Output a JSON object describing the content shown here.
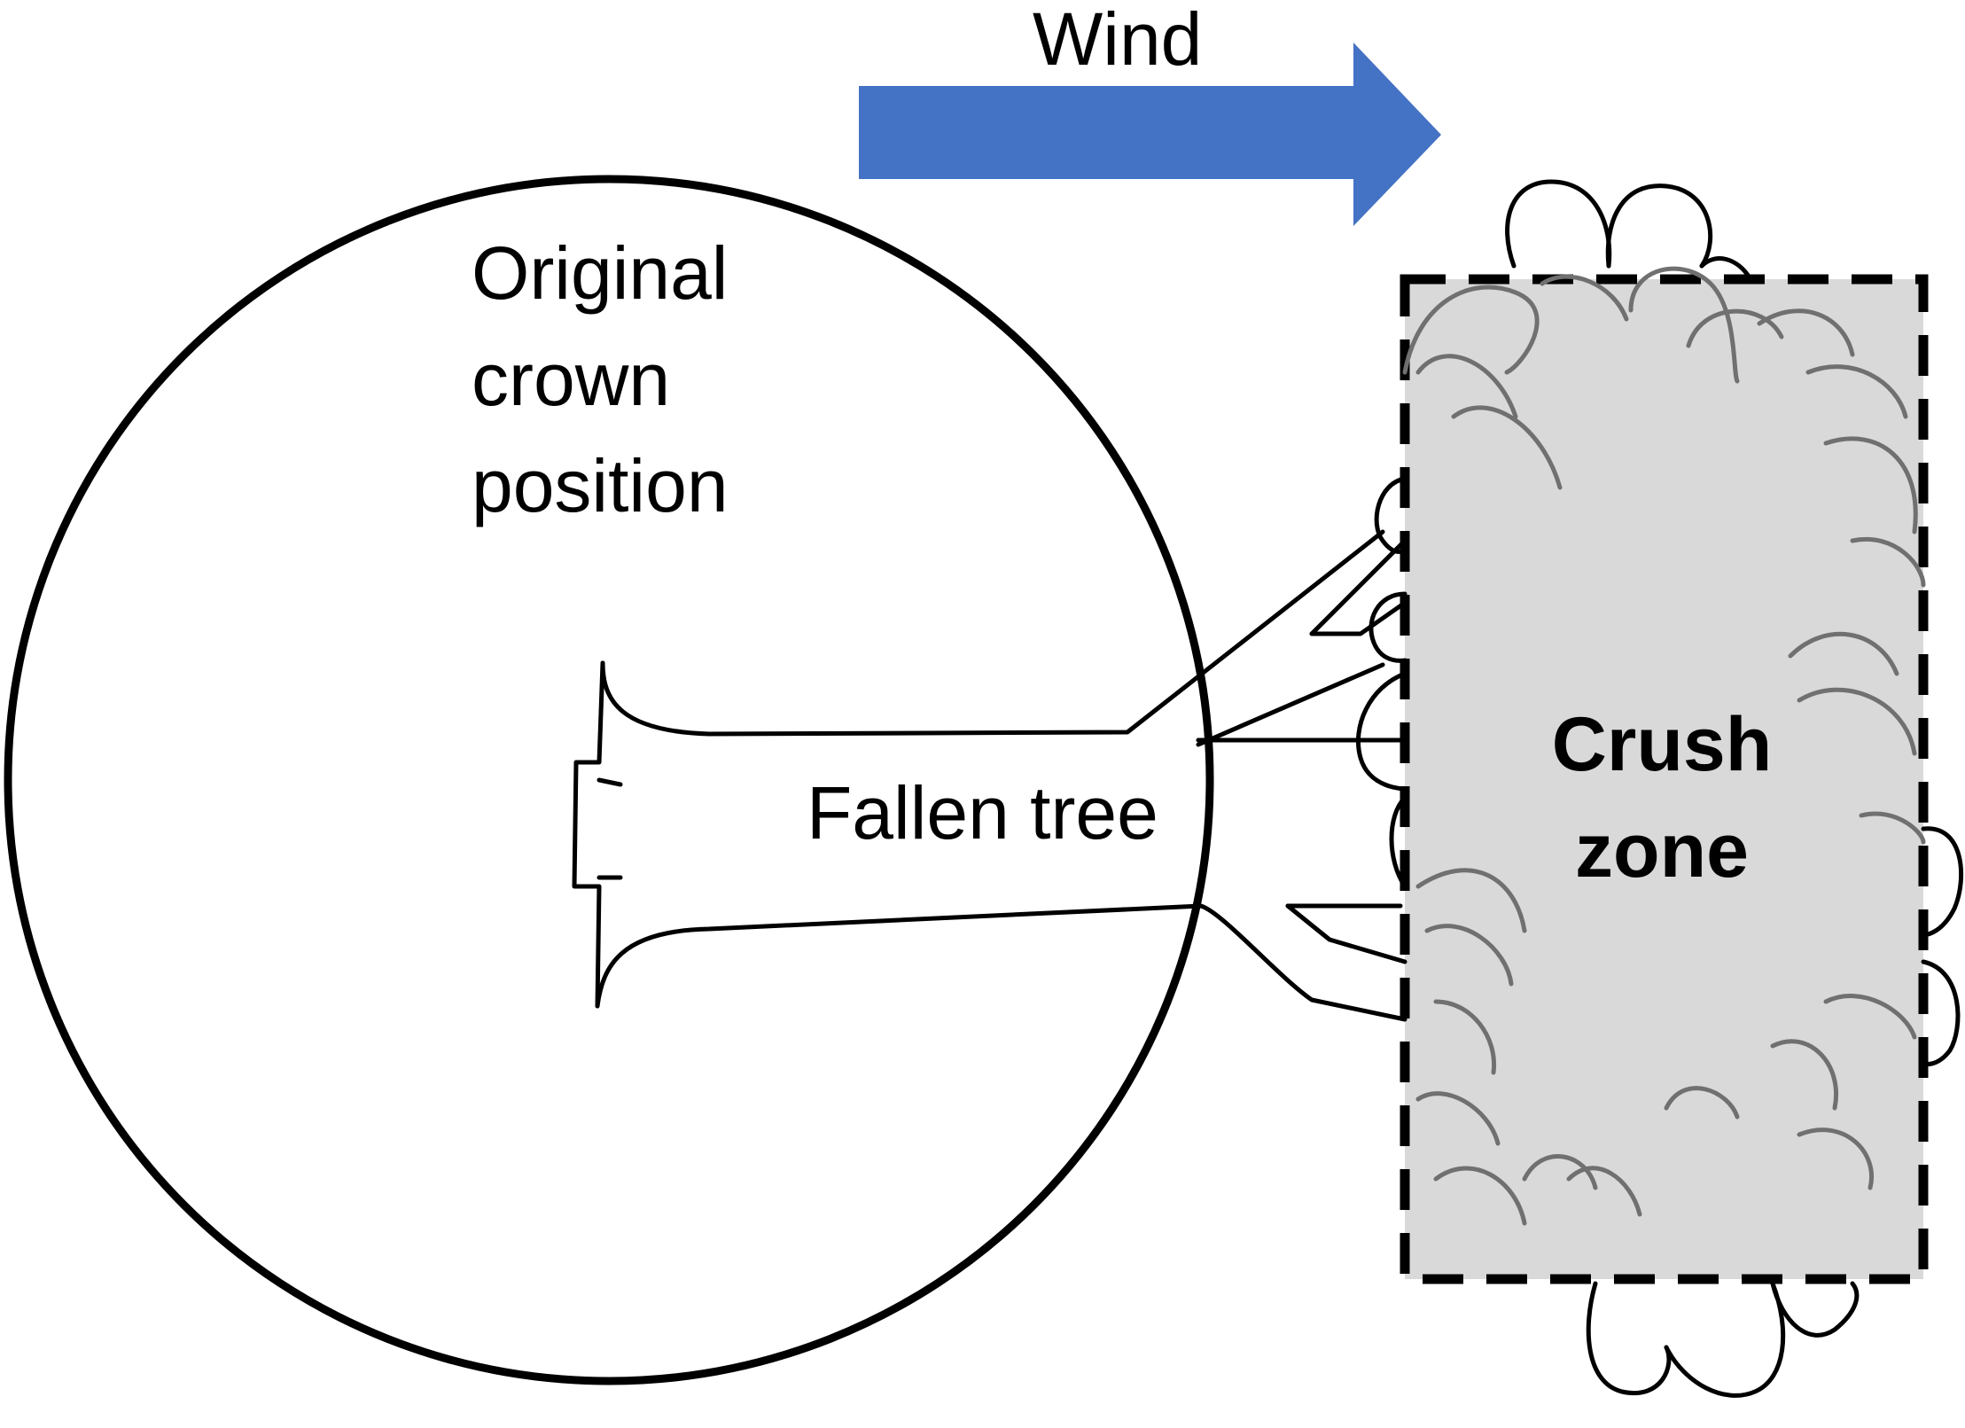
{
  "labels": {
    "wind": "Wind",
    "original_crown_line1": "Original",
    "original_crown_line2": "crown",
    "original_crown_line3": "position",
    "fallen_tree": "Fallen tree",
    "crush_zone_line1": "Crush",
    "crush_zone_line2": "zone"
  },
  "colors": {
    "wind_arrow": "#4472C4",
    "crush_zone_fill": "#D9D9D9",
    "outline": "#000000",
    "leaf_outline_in_zone": "#707070"
  }
}
